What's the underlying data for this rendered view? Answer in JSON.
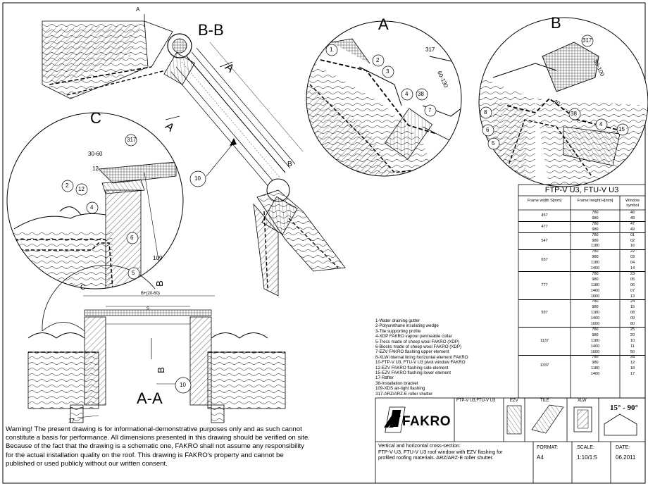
{
  "views": {
    "bb_title": "B-B",
    "aa_title": "A-A",
    "a_detail": "A",
    "b_detail": "B",
    "c_detail": "C",
    "label_a_left": "A",
    "label_a_top": "A",
    "label_a_mid": "A",
    "label_b_right": "B",
    "label_b_mid": "B",
    "label_b_aa": "B",
    "label_c_aa": "C"
  },
  "callouts": {
    "a": [
      "1",
      "2",
      "3",
      "317",
      "60-130",
      "4",
      "38",
      "7"
    ],
    "b": [
      "317",
      "80-100",
      "40",
      "38",
      "4",
      "15",
      "8",
      "6",
      "5"
    ],
    "c": [
      "317",
      "30-60",
      "12",
      "2",
      "12",
      "4",
      "6",
      "109",
      "5"
    ],
    "bb": [
      "10"
    ],
    "aa": [
      "10",
      "17",
      "S",
      "B+(20-60)"
    ]
  },
  "legend": [
    "1-Water draining gutter",
    "2-Polyurethane insulating wedge",
    "3-Tile supporting profile",
    "4-XDP FAKRO vapour permeable collar",
    "5-Tress made of sheep wool FAKRO (XDP)",
    "6-Blocks made of sheep wool FAKRO (XDP)",
    "7-EZV FAKRO flashing upper element",
    "8-XLW internal lining horizontal element FAKRO",
    "10-FTP-V U3, FTU-V U3 pivot window FAKRO",
    "12-EZV FAKRO flashing side element",
    "15-EZV FAKRO flashing lower element",
    "17-Rafter",
    "38-Installation bracket",
    "109-XDS air-tight flashing",
    "317-ARZ/ARZ-E roller shutter"
  ],
  "table": {
    "title": "FTP-V U3, FTU-V U3",
    "headers": [
      "Frame width S[mm]",
      "Frame height H[mm]",
      "Window symbol"
    ],
    "groups": [
      {
        "width": "457",
        "rows": [
          [
            "780",
            "46"
          ],
          [
            "980",
            "48"
          ]
        ]
      },
      {
        "width": "477",
        "rows": [
          [
            "780",
            "47"
          ],
          [
            "980",
            "49"
          ]
        ]
      },
      {
        "width": "547",
        "rows": [
          [
            "780",
            "01"
          ],
          [
            "980",
            "02"
          ],
          [
            "1180",
            "16"
          ]
        ]
      },
      {
        "width": "657",
        "rows": [
          [
            "780",
            "22"
          ],
          [
            "980",
            "03"
          ],
          [
            "1180",
            "04"
          ],
          [
            "1400",
            "14"
          ]
        ]
      },
      {
        "width": "777",
        "rows": [
          [
            "780",
            "23"
          ],
          [
            "980",
            "05"
          ],
          [
            "1180",
            "06"
          ],
          [
            "1400",
            "07"
          ],
          [
            "1600",
            "13"
          ]
        ]
      },
      {
        "width": "937",
        "rows": [
          [
            "780",
            "24"
          ],
          [
            "980",
            "15"
          ],
          [
            "1180",
            "08"
          ],
          [
            "1400",
            "09"
          ],
          [
            "1600",
            "80"
          ]
        ]
      },
      {
        "width": "1137",
        "rows": [
          [
            "780",
            "25"
          ],
          [
            "980",
            "20"
          ],
          [
            "1180",
            "10"
          ],
          [
            "1400",
            "11"
          ],
          [
            "1600",
            "50"
          ]
        ]
      },
      {
        "width": "1337",
        "rows": [
          [
            "780",
            "28"
          ],
          [
            "980",
            "12"
          ],
          [
            "1180",
            "18"
          ],
          [
            "1400",
            "17"
          ]
        ]
      }
    ]
  },
  "title_block": {
    "brand": "FAKRO",
    "col1": "FTP-V U3,FTU-V U3",
    "col2": "EZV",
    "col3": "TILE",
    "col4": "XLW",
    "angle": "15° - 90°",
    "description": [
      "Vertical and horizontal cross-section:",
      "FTP-V U3, FTU-V U3 roof window with EZV flashing for",
      "profiled roofing materials. ARZ/ARZ-E roller shutter."
    ],
    "format_label": "FORMAT:",
    "format_value": "A4",
    "scale_label": "SCALE:",
    "scale_value": "1:10/1:5",
    "date_label": "DATE:",
    "date_value": "06.2011"
  },
  "warning": [
    "Warning! The present drawing is for informational-demonstrative purposes only and as such cannot",
    "constitute a basis for performance. All dimensions presented in this drawing should be verified on site.",
    "Because of the fact that the drawing is a schematic one, FAKRO shall not assume any responsibility",
    "for the actual installation quality on the roof. This drawing is FAKRO's property and cannot be",
    "published   or used publicly without our written consent."
  ]
}
